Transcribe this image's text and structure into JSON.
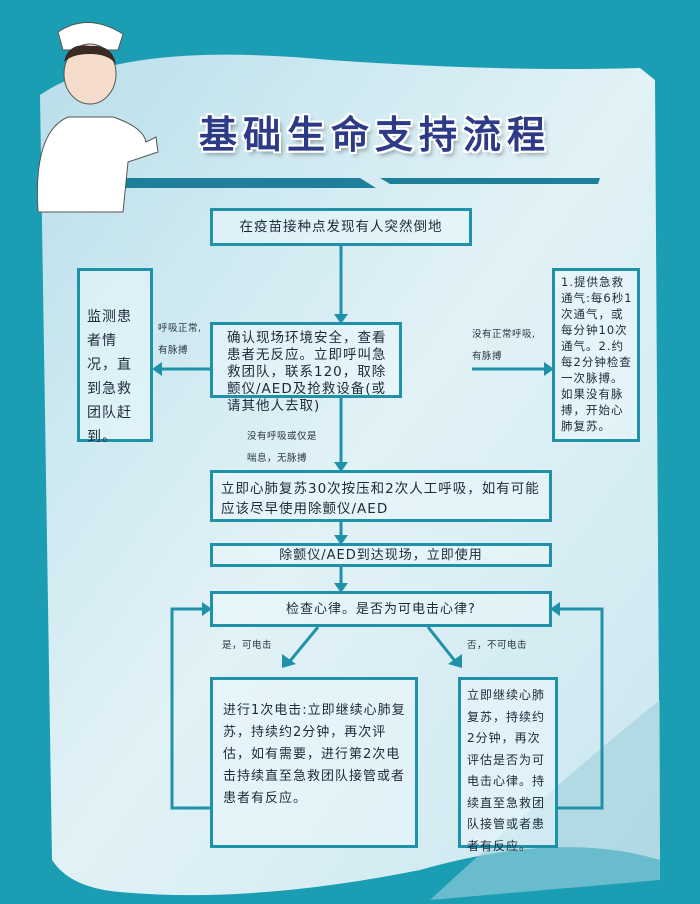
{
  "title": "基础生命支持流程",
  "colors": {
    "background": "#1b9db3",
    "panel": "#d4ecf3",
    "box_border": "#1f92aa",
    "title": "#2d3a86"
  },
  "nodes": {
    "start": "在疫苗接种点发现有人突然倒地",
    "assess": "确认现场环境安全，查看患者无反应。立即呼叫急救团队，联系120，取除颤仪/AED及抢救设备(或请其他人去取)",
    "monitor": "监测患者情况，直到急救团队赶到。",
    "ventilate": "1.提供急救通气:每6秒1次通气，或每分钟10次通气。2.约每2分钟检查一次脉搏。如果没有脉搏，开始心肺复苏。",
    "cpr": "立即心肺复苏30次按压和2次人工呼吸，如有可能应该尽早使用除颤仪/AED",
    "aed": "除颤仪/AED到达现场，立即使用",
    "check": "检查心律。是否为可电击心律?",
    "shock": "进行1次电击:立即继续心肺复苏，持续约2分钟，再次评估，如有需要，进行第2次电击持续直至急救团队接管或者患者有反应。",
    "no_shock": "立即继续心肺复苏，持续约2分钟，再次评估是否为可电击心律。持续直至急救团队接管或者患者有反应。"
  },
  "edge_labels": {
    "normal_breathing_1": "呼吸正常,",
    "normal_breathing_2": "有脉搏",
    "abnormal_breathing_1": "没有正常呼吸,",
    "abnormal_breathing_2": "有脉搏",
    "no_breathing_1": "没有呼吸或仅是",
    "no_breathing_2": "喘息，无脉搏",
    "shockable": "是，可电击",
    "not_shockable": "否，不可电击"
  }
}
